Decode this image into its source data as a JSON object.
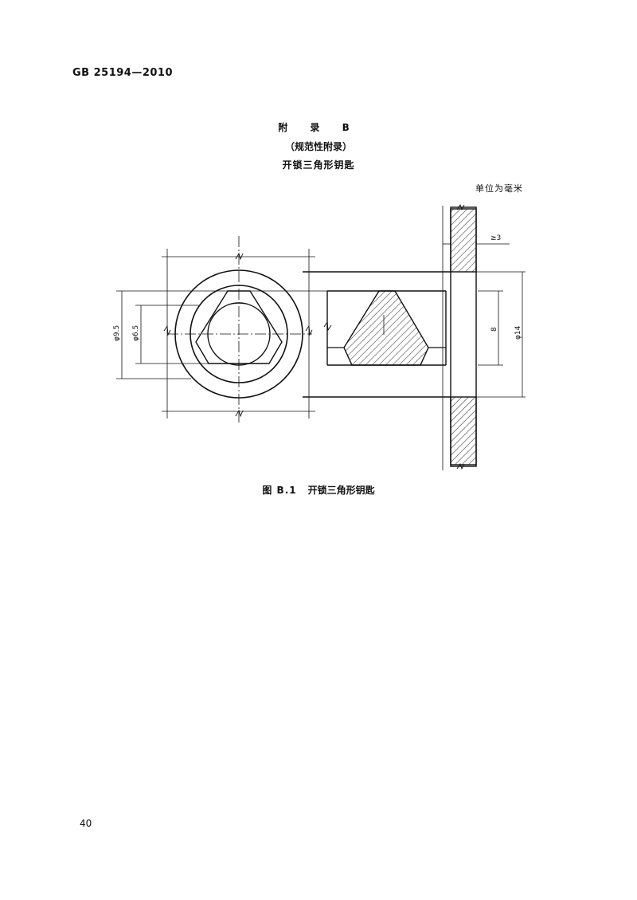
{
  "header": {
    "standard_code": "GB 25194—2010"
  },
  "appendix": {
    "title": "附 录 B",
    "nature": "（规范性附录）",
    "subject": "开锁三角形钥匙"
  },
  "unit_note": "单位为毫米",
  "figure": {
    "dimensions": {
      "outer_dia": "φ9.5",
      "inner_dia": "φ6.5",
      "height": "8",
      "shaft_dia": "φ14",
      "min_thickness": "≥3"
    },
    "caption_number": "图 B.1",
    "caption_title": "开锁三角形钥匙"
  },
  "footer": {
    "page_number": "40"
  }
}
